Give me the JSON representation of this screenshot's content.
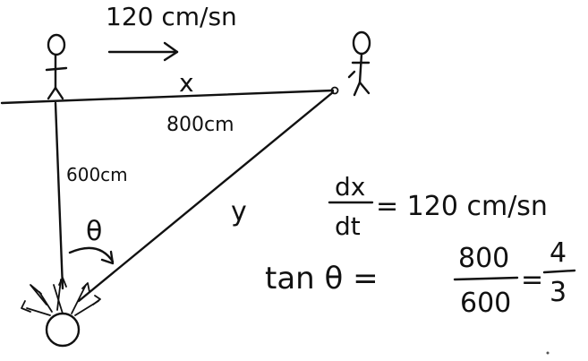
{
  "labels": {
    "speed_top": "120 cm/sn",
    "x_label": "x",
    "top_length": "800cm",
    "vertical_length": "600cm",
    "theta": "θ",
    "hyp": "y"
  },
  "equations": {
    "rate_num": "dx",
    "rate_den": "dt",
    "rate_rhs": "= 120 cm/sn",
    "tan_lhs": "tan θ =",
    "tan_num": "800",
    "tan_den": "600",
    "tan_eq": "=",
    "tan_res_num": "4",
    "tan_res_den": "3"
  },
  "icons": [
    "person-left-icon",
    "person-right-icon",
    "firework-icon",
    "arrow-right-icon",
    "curved-arrow-icon"
  ]
}
